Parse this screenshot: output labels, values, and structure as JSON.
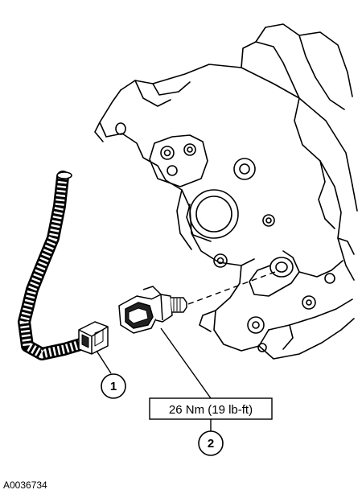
{
  "callouts": [
    {
      "number": "1"
    },
    {
      "number": "2"
    }
  ],
  "torque_label": "26 Nm (19 lb-ft)",
  "figure_id": "A0036734"
}
